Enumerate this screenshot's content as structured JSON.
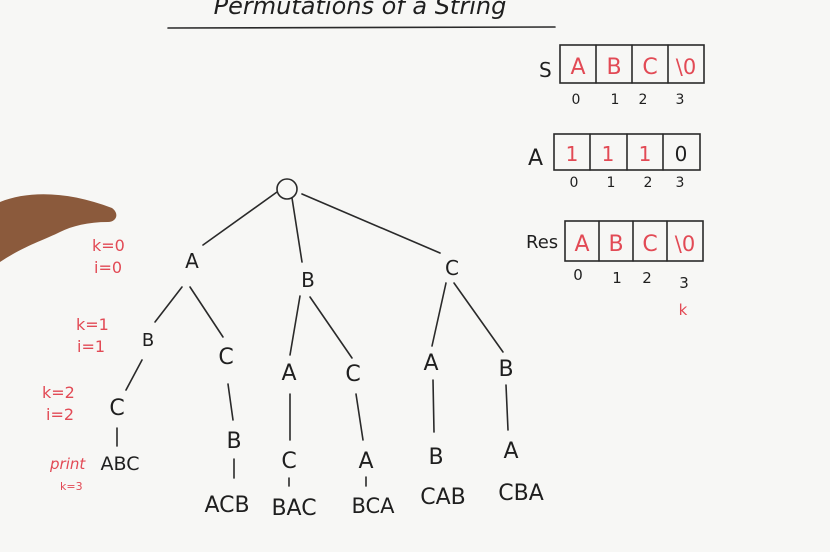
{
  "title": "Permutations of a String",
  "colors": {
    "ink": "#1f1f1f",
    "red": "#e24a55",
    "board": "#f7f7f5"
  },
  "arrays": {
    "s": {
      "label": "S",
      "cells": [
        "A",
        "B",
        "C",
        "\\0"
      ],
      "indices": [
        "0",
        "1",
        "2",
        "3"
      ]
    },
    "a": {
      "label": "A",
      "cells": [
        "1",
        "1",
        "1",
        "0"
      ],
      "indices": [
        "0",
        "1",
        "2",
        "3"
      ]
    },
    "res": {
      "label": "Res",
      "cells": [
        "A",
        "B",
        "C",
        "\\0"
      ],
      "indices": [
        "0",
        "1",
        "2",
        "3"
      ],
      "pointer": "k"
    }
  },
  "tree": {
    "level1": [
      "A",
      "B",
      "C"
    ],
    "level2": [
      "B",
      "C",
      "A",
      "C",
      "A",
      "B"
    ],
    "level3": [
      "C",
      "B",
      "C",
      "A",
      "B",
      "A"
    ],
    "leaves": [
      "ABC",
      "ACB",
      "BAC",
      "BCA",
      "CAB",
      "CBA"
    ]
  },
  "notes": {
    "k0": "k=0",
    "i0": "i=0",
    "k1": "k=1",
    "i1": "i=1",
    "k2": "k=2",
    "i2": "i=2",
    "print": "print",
    "k3": "k=3"
  }
}
